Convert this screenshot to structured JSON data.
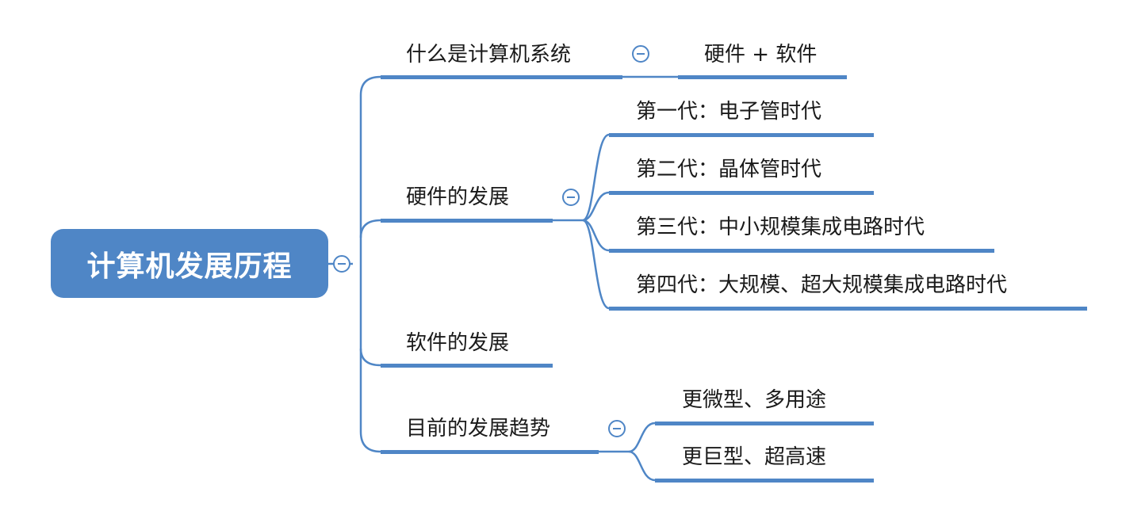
{
  "root": {
    "label": "计算机发展历程"
  },
  "branches": [
    {
      "label": "什么是计算机系统",
      "children": [
        {
          "label": "硬件 + 软件"
        }
      ]
    },
    {
      "label": "硬件的发展",
      "children": [
        {
          "label": "第一代：电子管时代"
        },
        {
          "label": "第二代：晶体管时代"
        },
        {
          "label": "第三代：中小规模集成电路时代"
        },
        {
          "label": "第四代：大规模、超大规模集成电路时代"
        }
      ]
    },
    {
      "label": "软件的发展",
      "children": []
    },
    {
      "label": "目前的发展趋势",
      "children": [
        {
          "label": "更微型、多用途"
        },
        {
          "label": "更巨型、超高速"
        }
      ]
    }
  ],
  "colors": {
    "accent": "#4f86c6",
    "text": "#1a1a1a",
    "background": "#ffffff"
  },
  "icons": {
    "collapse": "minus-circle-icon"
  }
}
